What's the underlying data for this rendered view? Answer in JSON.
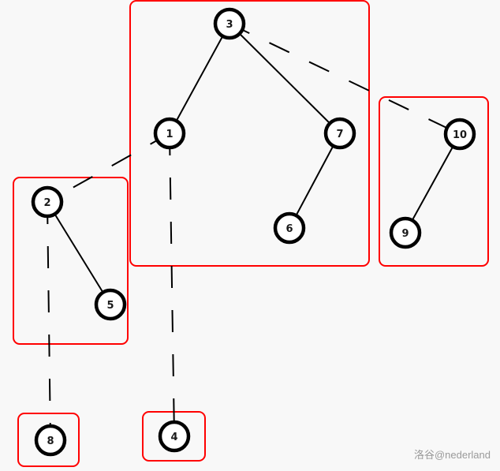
{
  "nodes": [
    "3",
    "1",
    "7",
    "6",
    "10",
    "9",
    "2",
    "5",
    "8",
    "4"
  ],
  "edges": [
    {
      "from": "3",
      "to": "1",
      "style": "solid"
    },
    {
      "from": "3",
      "to": "7",
      "style": "solid"
    },
    {
      "from": "7",
      "to": "6",
      "style": "solid"
    },
    {
      "from": "10",
      "to": "9",
      "style": "solid"
    },
    {
      "from": "2",
      "to": "5",
      "style": "solid"
    },
    {
      "from": "3",
      "to": "10",
      "style": "dashed"
    },
    {
      "from": "1",
      "to": "2",
      "style": "dashed"
    },
    {
      "from": "1",
      "to": "4",
      "style": "dashed"
    },
    {
      "from": "2",
      "to": "8",
      "style": "dashed"
    }
  ],
  "groups": [
    [
      "3",
      "1",
      "7",
      "6"
    ],
    [
      "10",
      "9"
    ],
    [
      "2",
      "5"
    ],
    [
      "8"
    ],
    [
      "4"
    ]
  ],
  "colors": {
    "group_border": "#ff0000",
    "node_stroke": "#000000",
    "background": "#f8f8f8"
  },
  "watermark": "洛谷@nederland"
}
